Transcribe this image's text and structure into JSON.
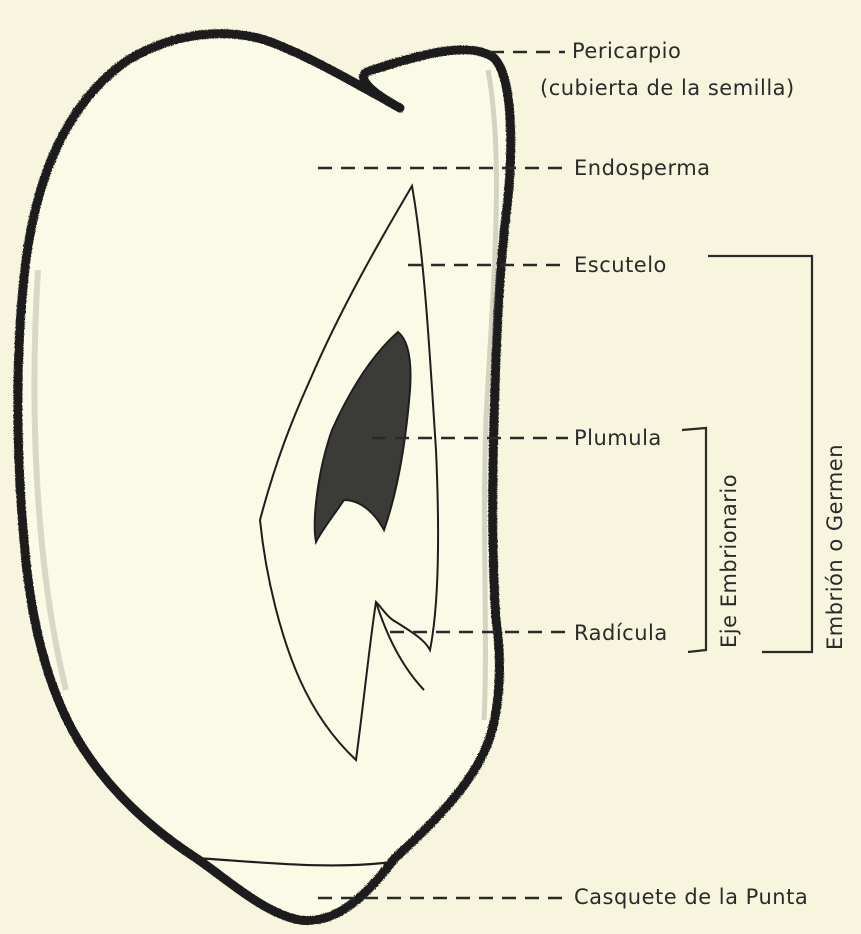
{
  "labels": {
    "pericarpio": "Pericarpio",
    "pericarpio_sub": "(cubierta de la semilla)",
    "endosperma": "Endosperma",
    "escutelo": "Escutelo",
    "plumula": "Plumula",
    "radicula": "Radícula",
    "casquete": "Casquete de la Punta",
    "eje_embrionario": "Eje Embrionario",
    "embrion_germen": "Embrión o Germen"
  }
}
